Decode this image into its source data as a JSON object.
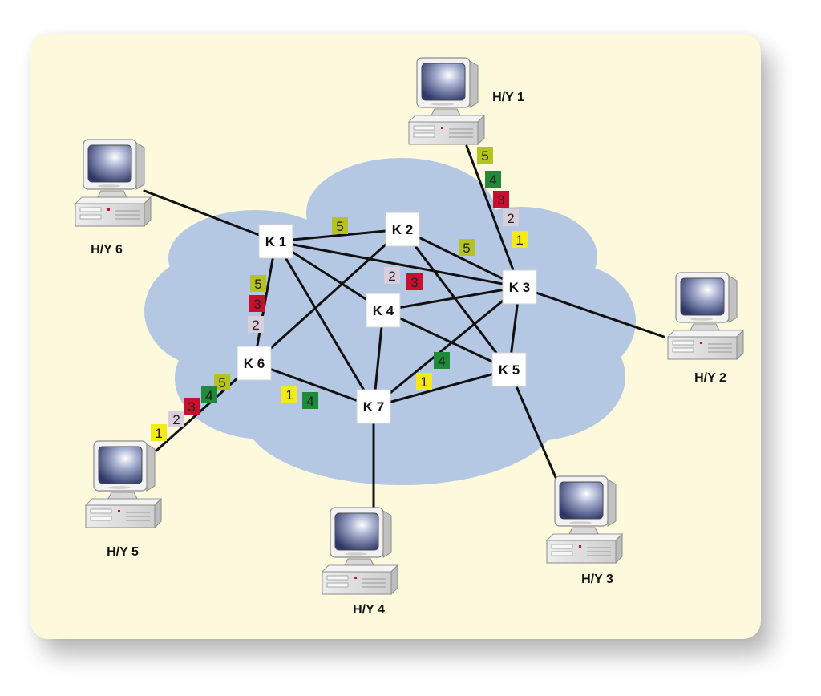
{
  "nodes": [
    {
      "id": "k1",
      "label": "K 1"
    },
    {
      "id": "k2",
      "label": "K 2"
    },
    {
      "id": "k3",
      "label": "K 3"
    },
    {
      "id": "k4",
      "label": "K 4"
    },
    {
      "id": "k5",
      "label": "K 5"
    },
    {
      "id": "k6",
      "label": "K 6"
    },
    {
      "id": "k7",
      "label": "K 7"
    }
  ],
  "hosts": [
    {
      "id": "hy1",
      "label": "H/Y 1"
    },
    {
      "id": "hy2",
      "label": "H/Y 2"
    },
    {
      "id": "hy3",
      "label": "H/Y 3"
    },
    {
      "id": "hy4",
      "label": "H/Y 4"
    },
    {
      "id": "hy5",
      "label": "H/Y 5"
    },
    {
      "id": "hy6",
      "label": "H/Y 6"
    }
  ],
  "links": [
    [
      "k1",
      "k2"
    ],
    [
      "k1",
      "k3"
    ],
    [
      "k1",
      "k4"
    ],
    [
      "k1",
      "k6"
    ],
    [
      "k1",
      "k7"
    ],
    [
      "k2",
      "k3"
    ],
    [
      "k2",
      "k5"
    ],
    [
      "k2",
      "k6"
    ],
    [
      "k3",
      "k4"
    ],
    [
      "k3",
      "k5"
    ],
    [
      "k3",
      "k7"
    ],
    [
      "k4",
      "k5"
    ],
    [
      "k4",
      "k7"
    ],
    [
      "k5",
      "k7"
    ],
    [
      "k6",
      "k7"
    ],
    [
      "hy1",
      "k3"
    ],
    [
      "hy2",
      "k3"
    ],
    [
      "hy3",
      "k5"
    ],
    [
      "hy4",
      "k7"
    ],
    [
      "hy5",
      "k6"
    ],
    [
      "hy6",
      "k1"
    ]
  ],
  "packets": [
    {
      "label": "5",
      "color": "#b5c21f"
    },
    {
      "label": "4",
      "color": "#1f8a3a"
    },
    {
      "label": "3",
      "color": "#c8102e"
    },
    {
      "label": "2",
      "color": "#d9cfdb"
    },
    {
      "label": "1",
      "color": "#f4ea1a"
    },
    {
      "label": "5",
      "color": "#b5c21f"
    },
    {
      "label": "5",
      "color": "#b5c21f"
    },
    {
      "label": "2",
      "color": "#d9cfdb"
    },
    {
      "label": "3",
      "color": "#c8102e"
    },
    {
      "label": "5",
      "color": "#b5c21f"
    },
    {
      "label": "3",
      "color": "#c8102e"
    },
    {
      "label": "2",
      "color": "#d9cfdb"
    },
    {
      "label": "4",
      "color": "#1f8a3a"
    },
    {
      "label": "1",
      "color": "#f4ea1a"
    },
    {
      "label": "1",
      "color": "#f4ea1a"
    },
    {
      "label": "4",
      "color": "#1f8a3a"
    },
    {
      "label": "5",
      "color": "#b5c21f"
    },
    {
      "label": "4",
      "color": "#1f8a3a"
    },
    {
      "label": "3",
      "color": "#c8102e"
    },
    {
      "label": "2",
      "color": "#d9cfdb"
    },
    {
      "label": "1",
      "color": "#f4ea1a"
    }
  ],
  "colors": {
    "background": "#fdf9dc",
    "cloud": "#b4c8e4",
    "link": "#111111",
    "node_fill": "#ffffff"
  }
}
